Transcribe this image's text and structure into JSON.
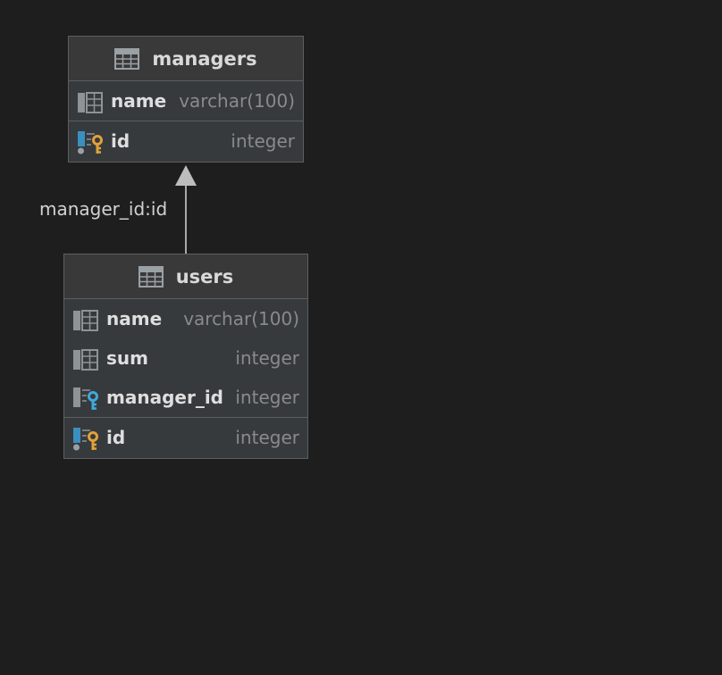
{
  "relation": {
    "label": "manager_id:id"
  },
  "tables": {
    "managers": {
      "name": "managers",
      "columns": [
        {
          "name": "name",
          "type": "varchar(100)",
          "icon": "column-icon"
        },
        {
          "name": "id",
          "type": "integer",
          "icon": "primary-key-icon"
        }
      ]
    },
    "users": {
      "name": "users",
      "columns": [
        {
          "name": "name",
          "type": "varchar(100)",
          "icon": "column-icon"
        },
        {
          "name": "sum",
          "type": "integer",
          "icon": "column-icon"
        },
        {
          "name": "manager_id",
          "type": "integer",
          "icon": "foreign-key-icon"
        },
        {
          "name": "id",
          "type": "integer",
          "icon": "primary-key-icon"
        }
      ]
    }
  },
  "colors": {
    "background": "#1e1e1e",
    "table_body": "#363a3d",
    "table_header": "#393939",
    "border": "#5c5f61",
    "primary_key": "#e0a23a",
    "foreign_key": "#3fa9dc",
    "column_icon": "#8e9396"
  }
}
